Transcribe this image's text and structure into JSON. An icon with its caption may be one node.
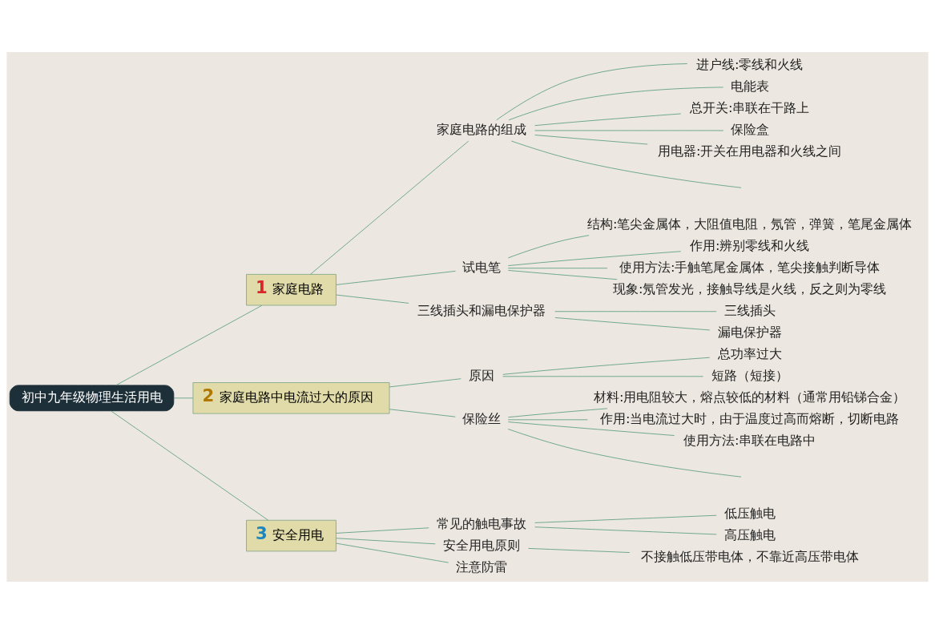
{
  "diagram": {
    "nodes": [
      {
        "text": [
          "初中九年级物理生活用电"
        ]
      },
      {
        "text": [
          "1",
          "家庭电路"
        ]
      },
      {
        "text": [
          "家庭电路的组成"
        ]
      },
      {
        "text": [
          "进户线:零线和火线"
        ]
      },
      {
        "text": [
          "电能表"
        ]
      },
      {
        "text": [
          "总开关:串联在干路上"
        ]
      },
      {
        "text": [
          "保险盒"
        ]
      },
      {
        "text": [
          "用电器:开关在用电器和火线之间"
        ]
      },
      {
        "text": [
          "试电笔"
        ]
      },
      {
        "text": [
          "结构:笔尖金属体，大阻值电阻，氖管，弹簧，笔尾金属体"
        ]
      },
      {
        "text": [
          "作用:辨别零线和火线"
        ]
      },
      {
        "text": [
          "使用方法:手触笔尾金属体，笔尖接触判断导体"
        ]
      },
      {
        "text": [
          "现象:氖管发光，接触导线是火线，反之则为零线"
        ]
      },
      {
        "text": [
          "三线插头和漏电保护器"
        ]
      },
      {
        "text": [
          "三线插头"
        ]
      },
      {
        "text": [
          "漏电保护器"
        ]
      },
      {
        "text": [
          "2",
          "家庭电路中电流过大的原因"
        ]
      },
      {
        "text": [
          "原因"
        ]
      },
      {
        "text": [
          "总功率过大"
        ]
      },
      {
        "text": [
          "短路（短接）"
        ]
      },
      {
        "text": [
          "保险丝"
        ]
      },
      {
        "text": [
          "材料:用电阻较大，熔点较低的材料（通常用铅锑合金）"
        ]
      },
      {
        "text": [
          "作用:当电流过大时，由于温度过高而熔断，切断电路"
        ]
      },
      {
        "text": [
          "使用方法:串联在电路中"
        ]
      },
      {
        "text": [
          "3",
          "安全用电"
        ]
      },
      {
        "text": [
          "常见的触电事故"
        ]
      },
      {
        "text": [
          "低压触电"
        ]
      },
      {
        "text": [
          "高压触电"
        ]
      },
      {
        "text": [
          "安全用电原则"
        ]
      },
      {
        "text": [
          "不接触低压带电体，不靠近高压带电体"
        ]
      },
      {
        "text": [
          "注意防雷"
        ]
      }
    ],
    "edges": [
      {
        "from": 0,
        "to": 1,
        "arrow": "none"
      },
      {
        "from": 1,
        "to": 2,
        "arrow": "none"
      },
      {
        "from": 2,
        "to": 3,
        "arrow": "none"
      },
      {
        "from": 2,
        "to": 4,
        "arrow": "none"
      },
      {
        "from": 2,
        "to": 5,
        "arrow": "none"
      },
      {
        "from": 2,
        "to": 6,
        "arrow": "none"
      },
      {
        "from": 2,
        "to": 7,
        "arrow": "none"
      },
      {
        "from": 2,
        "to": null,
        "arrow": "none"
      },
      {
        "from": 1,
        "to": 8,
        "arrow": "none"
      },
      {
        "from": 8,
        "to": 9,
        "arrow": "none"
      },
      {
        "from": 8,
        "to": 10,
        "arrow": "none"
      },
      {
        "from": 8,
        "to": 11,
        "arrow": "none"
      },
      {
        "from": 8,
        "to": 12,
        "arrow": "none"
      },
      {
        "from": 1,
        "to": 13,
        "arrow": "none"
      },
      {
        "from": 13,
        "to": 14,
        "arrow": "none"
      },
      {
        "from": 13,
        "to": 15,
        "arrow": "none"
      },
      {
        "from": 0,
        "to": 16,
        "arrow": "none"
      },
      {
        "from": 16,
        "to": 17,
        "arrow": "none"
      },
      {
        "from": 17,
        "to": 18,
        "arrow": "none"
      },
      {
        "from": 17,
        "to": 19,
        "arrow": "none"
      },
      {
        "from": 16,
        "to": 20,
        "arrow": "none"
      },
      {
        "from": 20,
        "to": 21,
        "arrow": "none"
      },
      {
        "from": 20,
        "to": 22,
        "arrow": "none"
      },
      {
        "from": 20,
        "to": 23,
        "arrow": "none"
      },
      {
        "from": 20,
        "to": null,
        "arrow": "none"
      },
      {
        "from": 0,
        "to": 24,
        "arrow": "none"
      },
      {
        "from": 24,
        "to": 25,
        "arrow": "none"
      },
      {
        "from": 25,
        "to": 26,
        "arrow": "none"
      },
      {
        "from": 25,
        "to": 27,
        "arrow": "none"
      },
      {
        "from": 24,
        "to": 28,
        "arrow": "none"
      },
      {
        "from": 28,
        "to": 29,
        "arrow": "none"
      },
      {
        "from": 24,
        "to": 30,
        "arrow": "none"
      }
    ]
  }
}
